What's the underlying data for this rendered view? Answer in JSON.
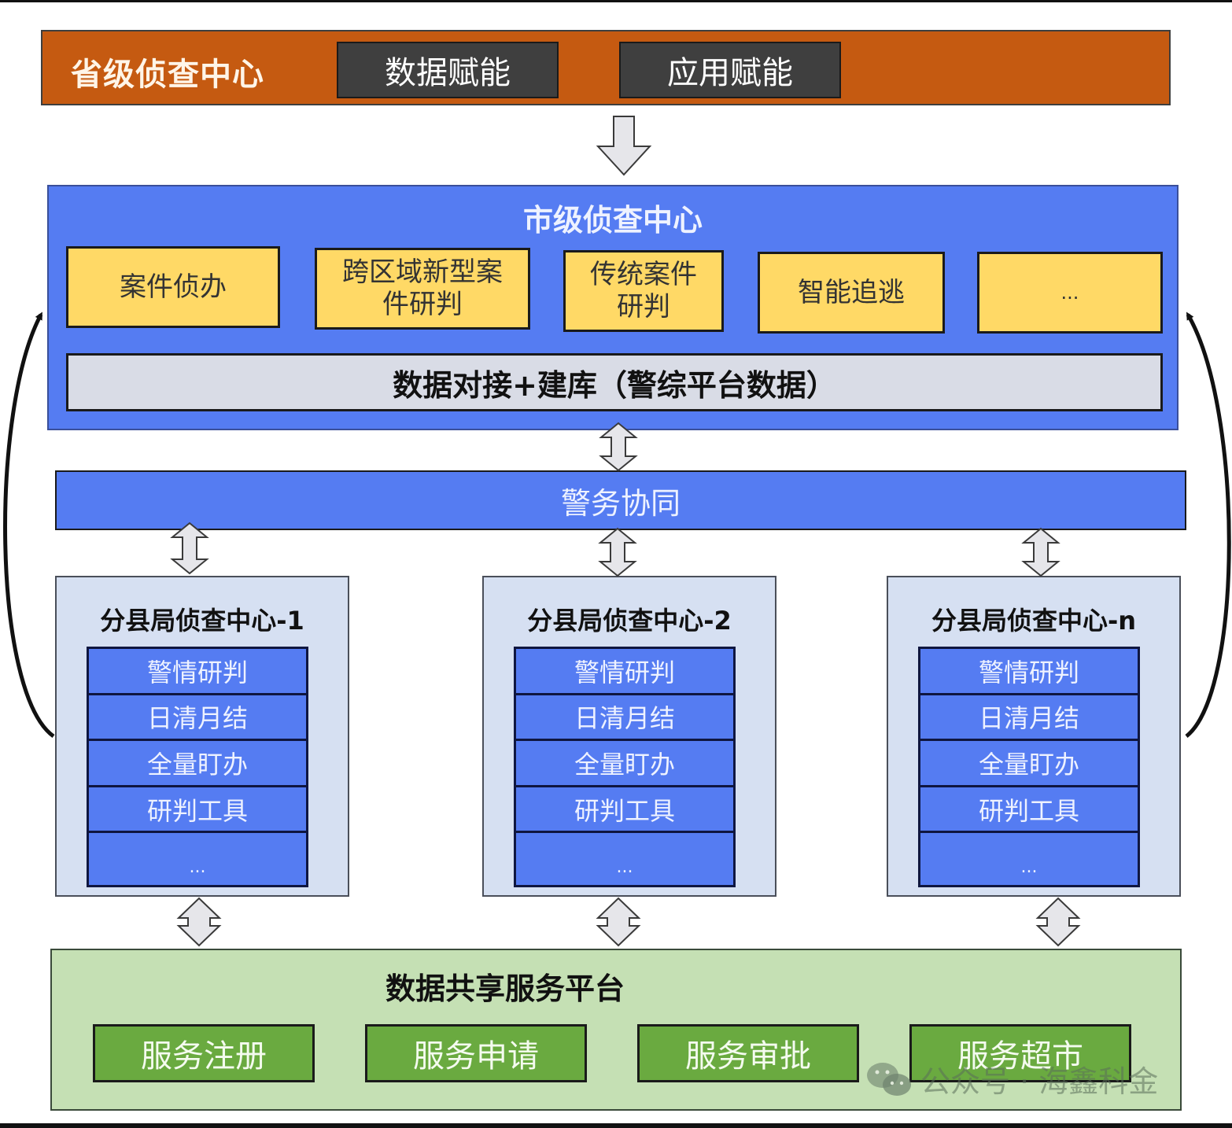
{
  "province": {
    "title": "省级侦查中心",
    "items": [
      "数据赋能",
      "应用赋能"
    ],
    "color": "#c55a11"
  },
  "city": {
    "title": "市级侦查中心",
    "modules": [
      "案件侦办",
      "跨区域新型案件研判",
      "传统案件研判",
      "智能追逃",
      "..."
    ],
    "data_bar": "数据对接+建库（警综平台数据）",
    "color": "#557cf2"
  },
  "coop": {
    "label": "警务协同"
  },
  "districts": [
    {
      "title": "分县局侦查中心-1",
      "functions": [
        "警情研判",
        "日清月结",
        "全量盯办",
        "研判工具",
        "..."
      ]
    },
    {
      "title": "分县局侦查中心-2",
      "functions": [
        "警情研判",
        "日清月结",
        "全量盯办",
        "研判工具",
        "..."
      ]
    },
    {
      "title": "分县局侦查中心-n",
      "functions": [
        "警情研判",
        "日清月结",
        "全量盯办",
        "研判工具",
        "..."
      ]
    }
  ],
  "platform": {
    "title": "数据共享服务平台",
    "services": [
      "服务注册",
      "服务申请",
      "服务审批",
      "服务超市"
    ],
    "color": "#c5e0b4"
  },
  "watermark": {
    "text": "公众号 · 海鑫科金",
    "icon": "wechat-icon"
  }
}
